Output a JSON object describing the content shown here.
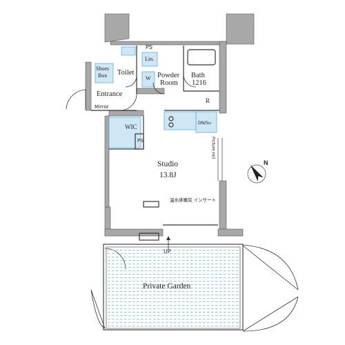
{
  "colors": {
    "wall": "#a8a8a8",
    "wall_line": "#555555",
    "wet_area": "#cfe6f5",
    "accent": "#5bb0dc",
    "garden_dash": "#8fc4e4"
  },
  "rooms": {
    "ps_top": "PS",
    "toilet": "Toilet",
    "shoes_box": [
      "Shoes",
      "Box"
    ],
    "lin": "Lin.",
    "w": "W",
    "powder_room": [
      "Powder",
      "Room"
    ],
    "bath": [
      "Bath",
      "1216"
    ],
    "entrance": "Entrance",
    "mirror": "Mirror",
    "r": "R",
    "wic": "WIC",
    "ps_wic": "PS",
    "dn_su": "DN/Su",
    "picture_rail": "Picture rail",
    "studio": "Studio",
    "studio_size": "13.8J",
    "floor_heating": "温水床暖房 インサート",
    "up": "UP",
    "private_garden": "Private Garden"
  },
  "compass": {
    "north_label": "N",
    "icon": "north-arrow-icon"
  }
}
